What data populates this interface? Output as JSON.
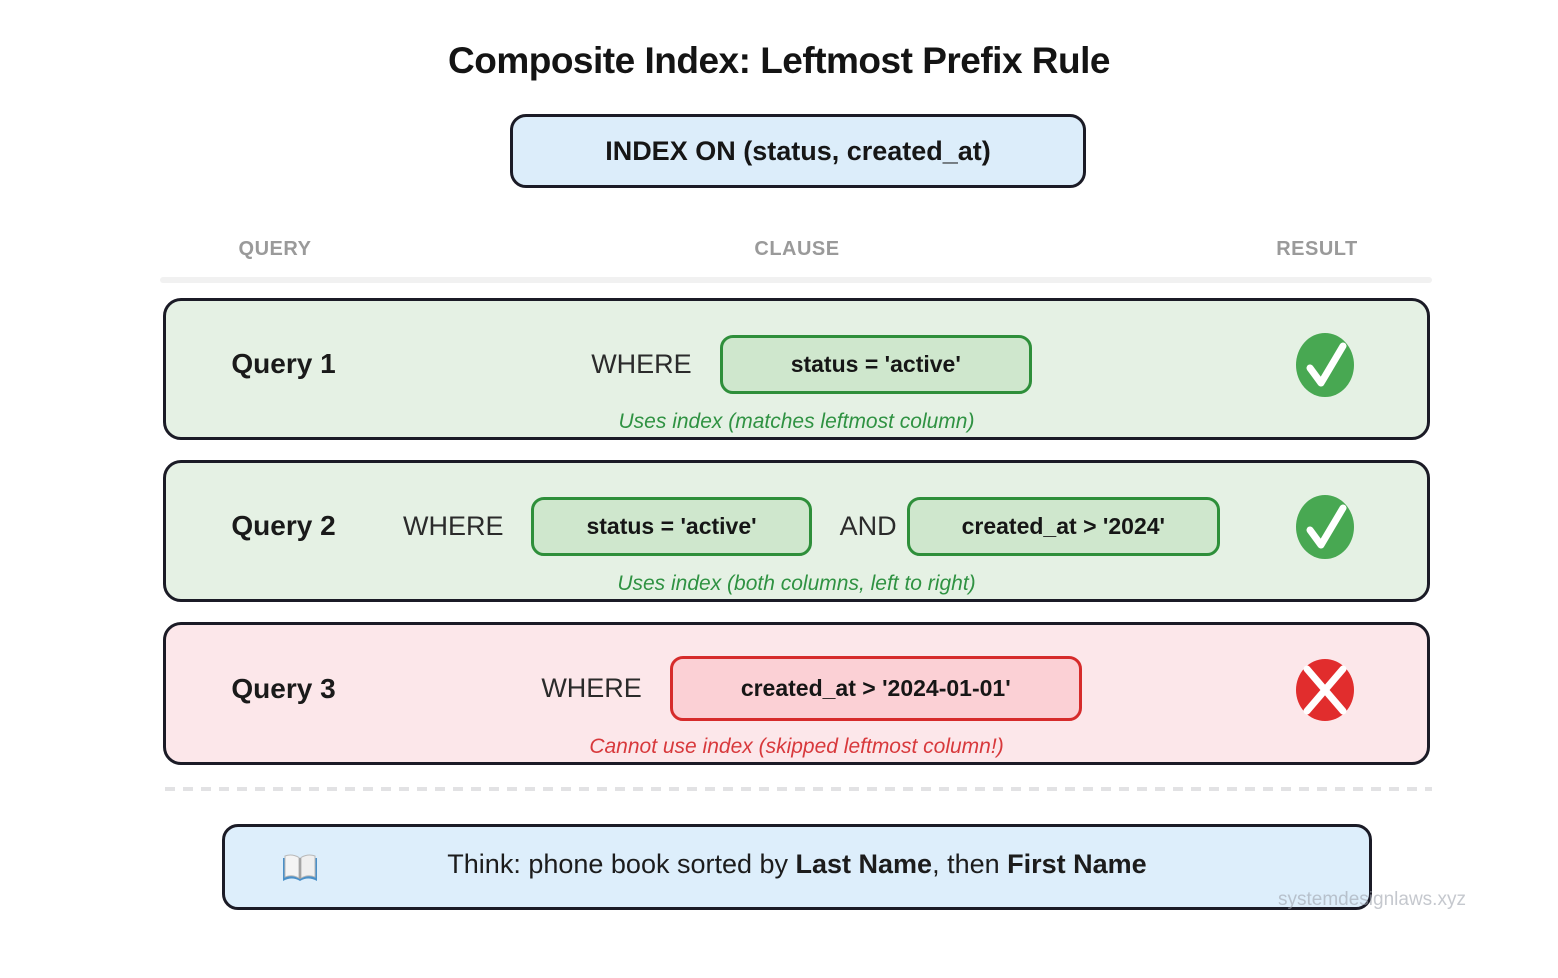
{
  "header": {
    "title": "Composite Index: Leftmost Prefix Rule",
    "index_box_label": "INDEX ON (status, created_at)"
  },
  "table": {
    "columns": {
      "query": "QUERY",
      "clause": "CLAUSE",
      "result": "RESULT"
    },
    "rows": [
      {
        "label": "Query 1",
        "keyword": "WHERE",
        "conditions": [
          "status = 'active'"
        ],
        "note": "Uses index (matches leftmost column)",
        "result": "uses-index"
      },
      {
        "label": "Query 2",
        "keyword": "WHERE",
        "connector": "AND",
        "conditions": [
          "status = 'active'",
          "created_at > '2024'"
        ],
        "note": "Uses index (both columns, left to right)",
        "result": "uses-index"
      },
      {
        "label": "Query 3",
        "keyword": "WHERE",
        "conditions": [
          "created_at > '2024-01-01'"
        ],
        "note": "Cannot use index (skipped leftmost column!)",
        "result": "cannot-use-index"
      }
    ]
  },
  "footer": {
    "text_prefix": "Think: phone book sorted by ",
    "bold_first": "Last Name",
    "text_middle": ", then ",
    "bold_second": "First Name",
    "watermark": "systemdesignlaws.xyz"
  },
  "colors": {
    "blue_box_bg": "#dcedfa",
    "green_row_bg": "#e5f1e4",
    "green_pill_bg": "#cfe7cd",
    "green_pill_border": "#2e8f3a",
    "green_note": "#2f9242",
    "check_green": "#48a852",
    "pink_row_bg": "#fce7ea",
    "red_pill_bg": "#fbd0d5",
    "red_pill_border": "#d62b2b",
    "red_note": "#d8393c",
    "x_red": "#e12d2d",
    "border_dark": "#1b1b26",
    "header_gray": "#9a9a9a"
  }
}
